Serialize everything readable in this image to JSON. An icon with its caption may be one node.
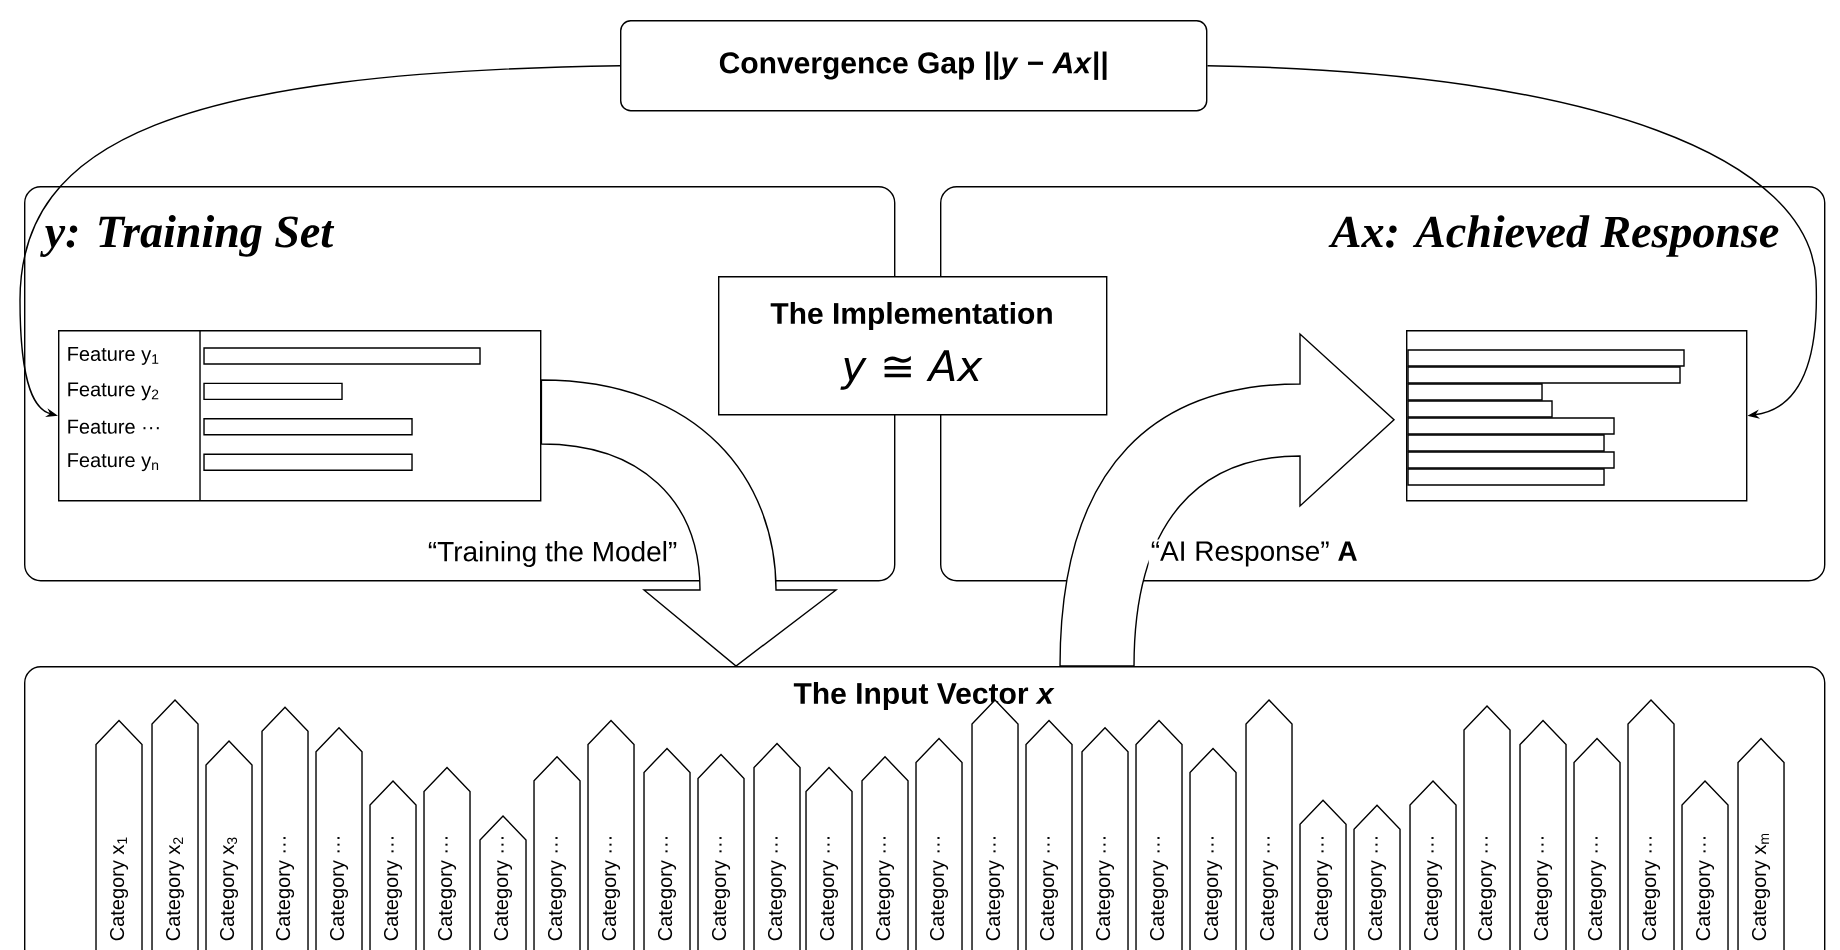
{
  "diagram": {
    "nodes": [
      {
        "text": [
          "Convergence Gap ||*y* − *Ax*||"
        ]
      },
      {
        "text": [
          "y: Training Set"
        ]
      },
      {
        "text": [
          "Feature y$_{1}$",
          "Feature y$_{2}$",
          "Feature ···",
          "Feature y$_{n}$"
        ],
        "in": 1
      },
      {
        "text": [
          "The Implementation",
          "*y* ≅ *Ax*"
        ]
      },
      {
        "text": [
          "Ax: Achieved Response"
        ]
      },
      {
        "text": [],
        "shape": "box",
        "in": 4
      },
      {
        "text": [
          "The Input Vector *x*"
        ]
      },
      {
        "text": [
          "Category x$_{1}$"
        ],
        "in": 6
      },
      {
        "text": [
          "Category x$_{2}$"
        ],
        "in": 6
      },
      {
        "text": [
          "Category x$_{3}$"
        ],
        "in": 6
      },
      {
        "text": [
          "Category ···"
        ],
        "in": 6
      },
      {
        "text": [
          "Category ···"
        ],
        "in": 6
      },
      {
        "text": [
          "Category ···"
        ],
        "in": 6
      },
      {
        "text": [
          "Category ···"
        ],
        "in": 6
      },
      {
        "text": [
          "Category ···"
        ],
        "in": 6
      },
      {
        "text": [
          "Category ···"
        ],
        "in": 6
      },
      {
        "text": [
          "Category ···"
        ],
        "in": 6
      },
      {
        "text": [
          "Category ···"
        ],
        "in": 6
      },
      {
        "text": [
          "Category ···"
        ],
        "in": 6
      },
      {
        "text": [
          "Category ···"
        ],
        "in": 6
      },
      {
        "text": [
          "Category ···"
        ],
        "in": 6
      },
      {
        "text": [
          "Category ···"
        ],
        "in": 6
      },
      {
        "text": [
          "Category ···"
        ],
        "in": 6
      },
      {
        "text": [
          "Category ···"
        ],
        "in": 6
      },
      {
        "text": [
          "Category ···"
        ],
        "in": 6
      },
      {
        "text": [
          "Category ···"
        ],
        "in": 6
      },
      {
        "text": [
          "Category ···"
        ],
        "in": 6
      },
      {
        "text": [
          "Category ···"
        ],
        "in": 6
      },
      {
        "text": [
          "Category ···"
        ],
        "in": 6
      },
      {
        "text": [
          "Category ···"
        ],
        "in": 6
      },
      {
        "text": [
          "Category ···"
        ],
        "in": 6
      },
      {
        "text": [
          "Category ···"
        ],
        "in": 6
      },
      {
        "text": [
          "Category ···"
        ],
        "in": 6
      },
      {
        "text": [
          "Category ···"
        ],
        "in": 6
      },
      {
        "text": [
          "Category ···"
        ],
        "in": 6
      },
      {
        "text": [
          "Category ···"
        ],
        "in": 6
      },
      {
        "text": [
          "Category ···"
        ],
        "in": 6
      },
      {
        "text": [
          "Category x$_{m}$"
        ],
        "in": 6
      }
    ],
    "edges": [
      {
        "from": 0,
        "to": 2,
        "arrow": "to"
      },
      {
        "from": 0,
        "to": 5,
        "arrow": "to"
      },
      {
        "from": 2,
        "to": 6,
        "arrow": "to",
        "label": "“Training the Model”"
      },
      {
        "from": 6,
        "to": 5,
        "arrow": "to",
        "label": "“AI Response” **A**"
      }
    ]
  }
}
